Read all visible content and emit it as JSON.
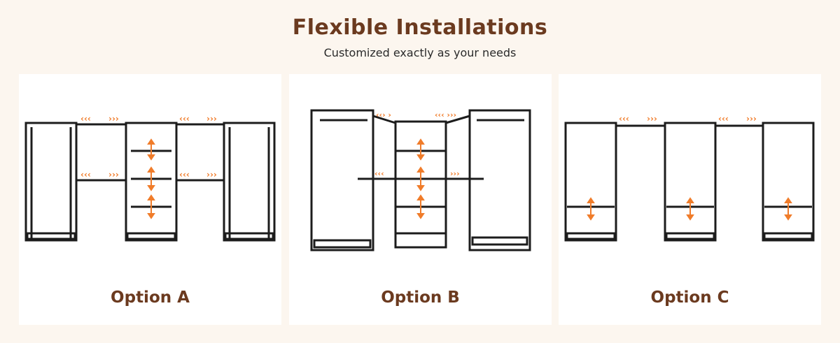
{
  "header": {
    "title": "Flexible Installations",
    "subtitle": "Customized exactly as your needs"
  },
  "options": [
    {
      "label": "Option A"
    },
    {
      "label": "Option B"
    },
    {
      "label": "Option C"
    }
  ],
  "colors": {
    "title": "#6b3a1f",
    "background": "#fcf6ef",
    "card": "#ffffff",
    "frame": "#1c1c1c",
    "arrow": "#f07c2a"
  },
  "icons": [
    "horizontal-expand-arrows-icon",
    "vertical-adjust-arrows-icon"
  ]
}
